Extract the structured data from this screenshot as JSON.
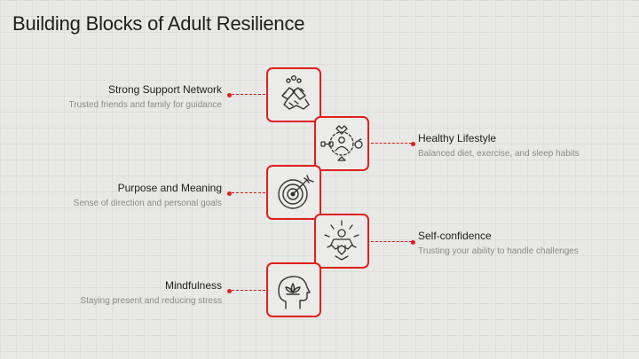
{
  "title": "Building Blocks of Adult Resilience",
  "accent_color": "#e0201b",
  "items": [
    {
      "heading": "Strong Support Network",
      "description": "Trusted friends and family for guidance",
      "icon": "handshake-icon"
    },
    {
      "heading": "Healthy Lifestyle",
      "description": "Balanced diet, exercise, and sleep habits",
      "icon": "wellness-icon"
    },
    {
      "heading": "Purpose and Meaning",
      "description": "Sense of direction and personal goals",
      "icon": "target-icon"
    },
    {
      "heading": "Self-confidence",
      "description": "Trusting your ability to handle challenges",
      "icon": "confident-person-icon"
    },
    {
      "heading": "Mindfulness",
      "description": "Staying present and reducing stress",
      "icon": "lotus-head-icon"
    }
  ]
}
